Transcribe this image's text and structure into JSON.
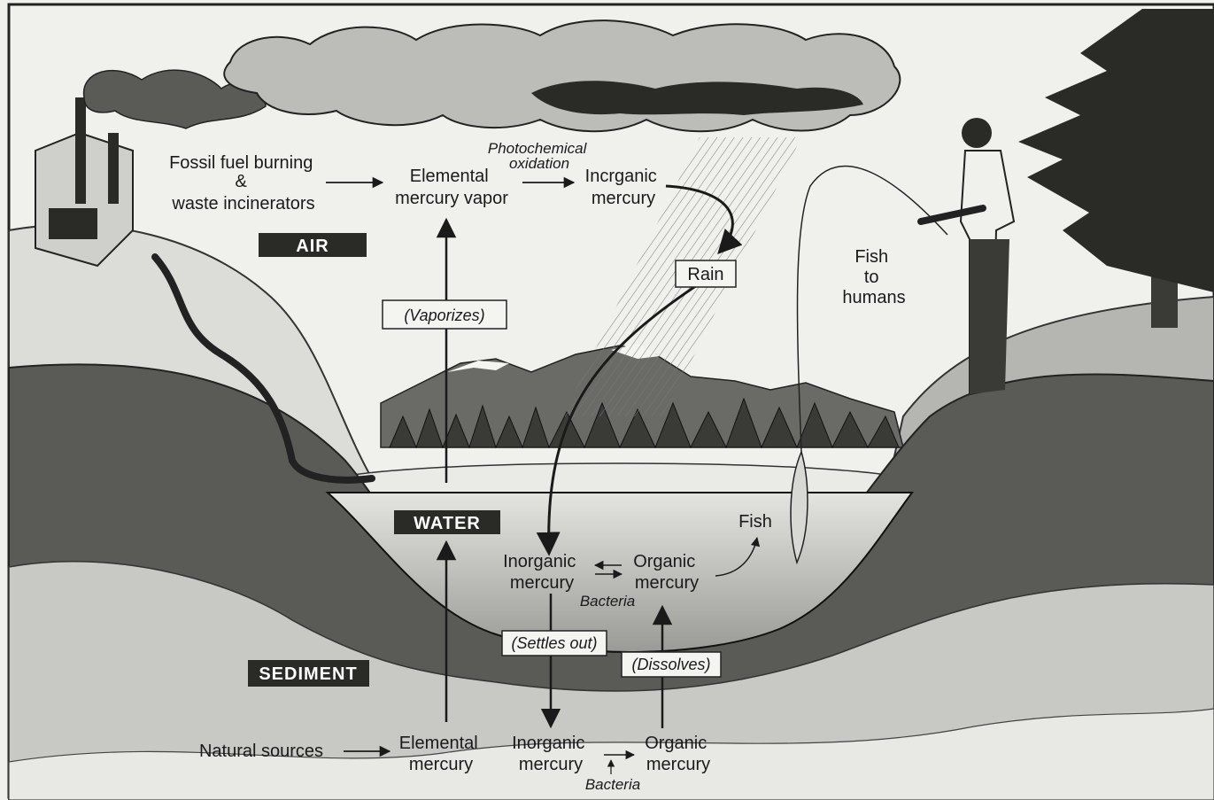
{
  "zones": {
    "air": "AIR",
    "water": "WATER",
    "sediment": "SEDIMENT"
  },
  "air": {
    "source_line1": "Fossil fuel burning",
    "source_line2": "&",
    "source_line3": "waste incinerators",
    "elemental_line1": "Elemental",
    "elemental_line2": "mercury vapor",
    "photo_line1": "Photochemical",
    "photo_line2": "oxidation",
    "inorganic_line1": "Incrganic",
    "inorganic_line2": "mercury",
    "rain": "Rain",
    "fish_line1": "Fish",
    "fish_line2": "to",
    "fish_line3": "humans",
    "vaporizes": "(Vaporizes)"
  },
  "water": {
    "inorganic_line1": "Inorganic",
    "inorganic_line2": "mercury",
    "organic_line1": "Organic",
    "organic_line2": "mercury",
    "bacteria": "Bacteria",
    "fish": "Fish",
    "settles": "(Settles out)",
    "dissolves": "(Dissolves)"
  },
  "sediment": {
    "natural": "Natural sources",
    "elemental_line1": "Elemental",
    "elemental_line2": "mercury",
    "inorganic_line1": "Inorganic",
    "inorganic_line2": "mercury",
    "organic_line1": "Organic",
    "organic_line2": "mercury",
    "bacteria": "Bacteria"
  }
}
